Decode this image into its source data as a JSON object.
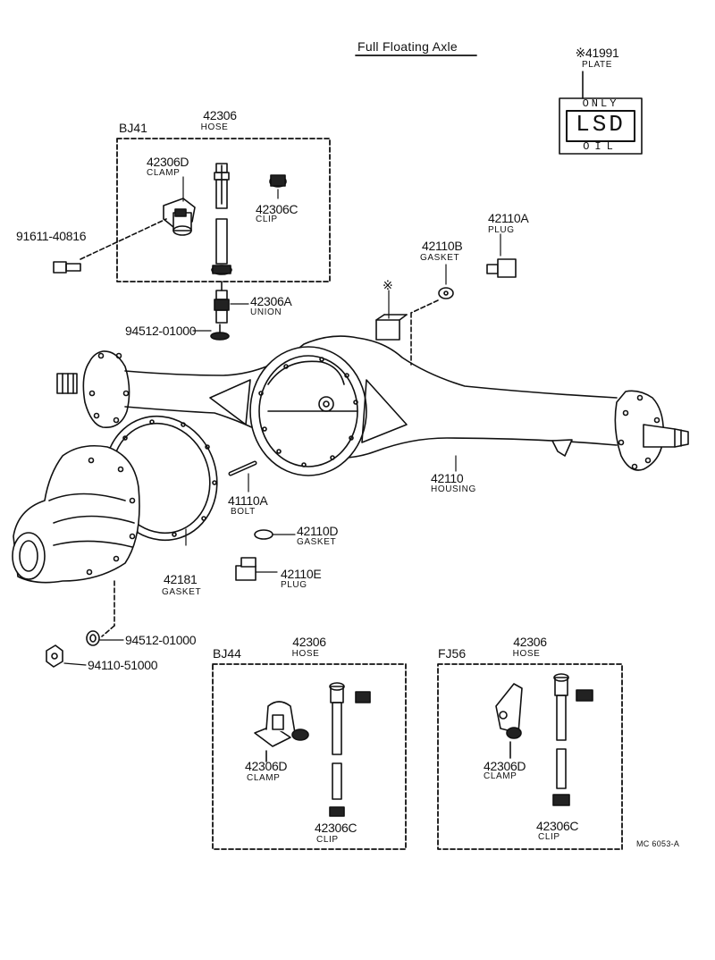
{
  "title": "Full Floating Axle",
  "figure_code": "MC 6053-A",
  "plate": {
    "number": "※41991",
    "name": "PLATE",
    "top_text": "ONLY",
    "main_text": "LSD",
    "bottom_text": "OIL"
  },
  "groups": {
    "bj41": "BJ41",
    "bj44": "BJ44",
    "fj56": "FJ56"
  },
  "parts": {
    "hose_bj41": {
      "number": "42306",
      "name": "HOSE"
    },
    "clamp_bj41": {
      "number": "42306D",
      "name": "CLAMP"
    },
    "clip_bj41": {
      "number": "42306C",
      "name": "CLIP"
    },
    "bolt_91611": {
      "number": "91611-40816"
    },
    "union": {
      "number": "42306A",
      "name": "UNION"
    },
    "washer_top": {
      "number": "94512-01000"
    },
    "gasket_b": {
      "number": "42110B",
      "name": "GASKET"
    },
    "plug_a": {
      "number": "42110A",
      "name": "PLUG"
    },
    "star_mark": {
      "number": "※"
    },
    "housing": {
      "number": "42110",
      "name": "HOUSING"
    },
    "bolt_41110": {
      "number": "41110A",
      "name": "BOLT"
    },
    "gasket_d": {
      "number": "42110D",
      "name": "GASKET"
    },
    "plug_e": {
      "number": "42110E",
      "name": "PLUG"
    },
    "gasket_42181": {
      "number": "42181",
      "name": "GASKET"
    },
    "washer_bot": {
      "number": "94512-01000"
    },
    "nut": {
      "number": "94110-51000"
    },
    "hose_bj44": {
      "number": "42306",
      "name": "HOSE"
    },
    "clamp_bj44": {
      "number": "42306D",
      "name": "CLAMP"
    },
    "clip_bj44": {
      "number": "42306C",
      "name": "CLIP"
    },
    "hose_fj56": {
      "number": "42306",
      "name": "HOSE"
    },
    "clamp_fj56": {
      "number": "42306D",
      "name": "CLAMP"
    },
    "clip_fj56": {
      "number": "42306C",
      "name": "CLIP"
    }
  }
}
